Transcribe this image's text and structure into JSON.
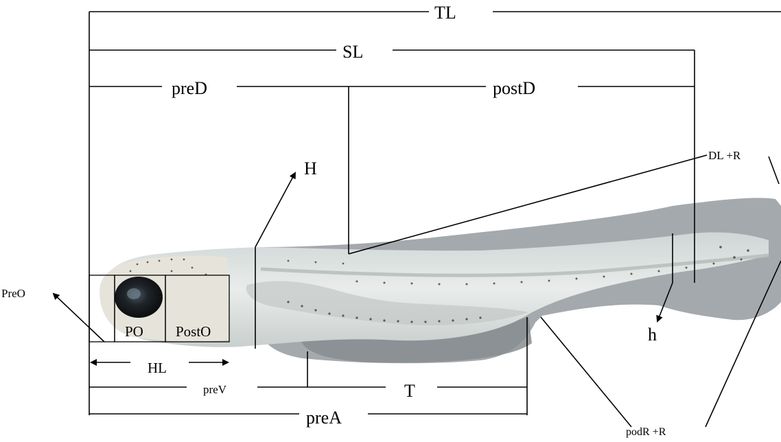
{
  "labels": {
    "TL": "TL",
    "SL": "SL",
    "preD": "preD",
    "postD": "postD",
    "DL_R": "DL +R",
    "H": "H",
    "PreO": "PreO",
    "PO": "PO",
    "PostO": "PostO",
    "HL": "HL",
    "preV": "preV",
    "T": "T",
    "preA": "preA",
    "h": "h",
    "podR_R": "podR +R"
  },
  "colors": {
    "lines": "#000000",
    "fin": "#9fa3a8",
    "body": "#dfe4e1",
    "eye": "#1d2126",
    "background": "#ffffff"
  }
}
